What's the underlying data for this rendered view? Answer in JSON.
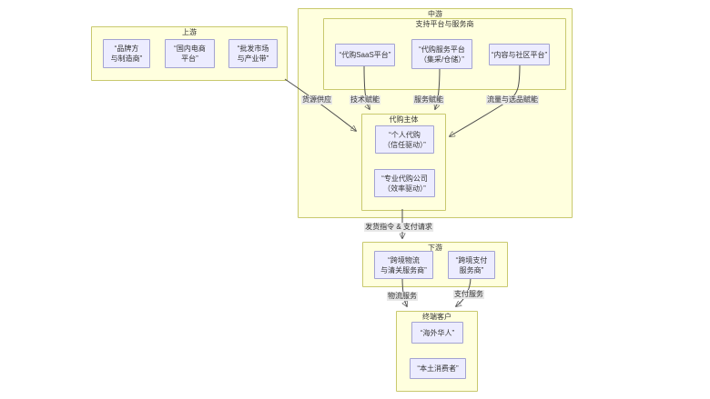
{
  "colors": {
    "canvas_bg": "#ffffff",
    "group_fill": "#ffffde",
    "group_border": "#c9c96e",
    "node_fill": "#ececff",
    "node_border": "#a3a3d1",
    "edge_line": "#4d4d4d",
    "edge_label_bg": "#e8e8e8",
    "text": "#333333"
  },
  "groups": {
    "upstream": {
      "title": "上游"
    },
    "midstream": {
      "title": "中游"
    },
    "support_platforms": {
      "title": "支持平台与服务商"
    },
    "daigou_entities": {
      "title": "代购主体"
    },
    "downstream": {
      "title": "下游"
    },
    "end_customers": {
      "title": "终端客户"
    }
  },
  "nodes": {
    "brands_manufacturers": "“品牌方\n与制造商”",
    "domestic_ecommerce": "“国内电商\n平台”",
    "wholesale_markets": "“批发市场\n与产业带”",
    "daigou_saas": "“代购SaaS平台”",
    "daigou_service_platform": "“代购服务平台\n（集采/仓储）”",
    "content_community": "“内容与社区平台”",
    "personal_daigou": "“个人代购\n（信任驱动）”",
    "professional_daigou": "“专业代购公司\n（效率驱动）”",
    "crossborder_logistics": "“跨境物流\n与清关服务商”",
    "crossborder_payment": "“跨境支付\n服务商”",
    "overseas_chinese": "“海外华人”",
    "local_consumers": "“本土消费者”"
  },
  "edge_labels": {
    "goods_supply": "货源供应",
    "tech_enablement": "技术赋能",
    "service_enablement": "服务赋能",
    "traffic_selection_enablement": "流量与选品赋能",
    "shipping_payment_request": "发货指令 & 支付请求",
    "logistics_service": "物流服务",
    "payment_service": "支付服务"
  }
}
